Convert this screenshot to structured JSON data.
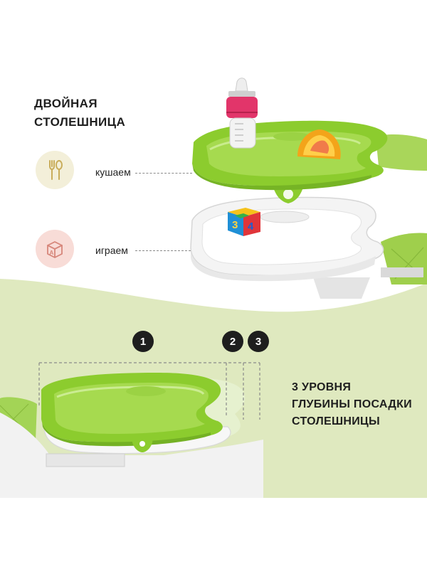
{
  "heading": {
    "line1": "ДВОЙНАЯ",
    "line2": "СТОЛЕШНИЦА"
  },
  "features": [
    {
      "label": "кушаем",
      "icon": "fork-spoon-icon"
    },
    {
      "label": "играем",
      "icon": "toy-block-icon"
    }
  ],
  "levels": {
    "markers": [
      "1",
      "2",
      "3"
    ],
    "caption": {
      "line1": "3 УРОВНЯ",
      "line2": "ГЛУБИНЫ ПОСАДКИ",
      "line3": "СТОЛЕШНИЦЫ"
    }
  },
  "toy_cube_letters": [
    "3",
    "4"
  ],
  "colors": {
    "accent_green": "#8ccc2e",
    "light_green_band": "#dfe9bf",
    "icon_cream": "#f3efd9",
    "icon_pink": "#f8dcd7",
    "badge_black": "#1e1e1e"
  }
}
